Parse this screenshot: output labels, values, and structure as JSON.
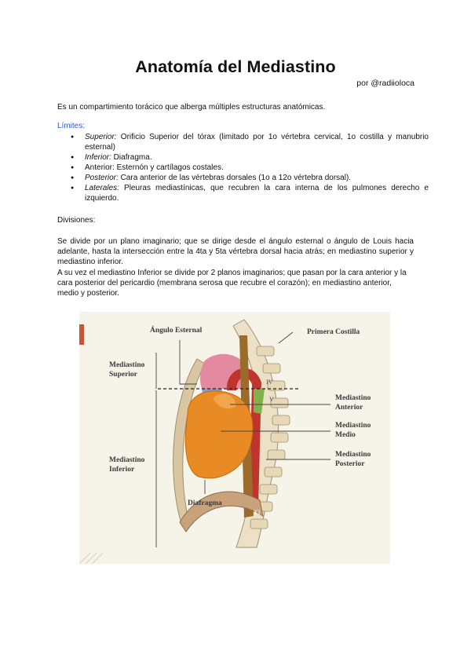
{
  "document": {
    "title": "Anatomía del Mediastino",
    "author": "por @radiioloca",
    "intro": "Es un compartimiento torácico que alberga múltiples estructuras anatómicas.",
    "limits": {
      "heading": "Límites:",
      "items": [
        {
          "term": "Superior:",
          "text": " Orificio Superior del tórax (limitado por 1o vértebra cervical, 1o costilla y manubrio esternal)"
        },
        {
          "term": "Inferior:",
          "text": " Diafragma."
        },
        {
          "term": "",
          "text": "Anterior: Esternón y cartílagos costales."
        },
        {
          "term": "Posterior:",
          "text": " Cara anterior de las vértebras dorsales (1o a 12o vértebra dorsal)."
        },
        {
          "term": "Laterales:",
          "text": " Pleuras mediastínicas, que recubren la cara interna de los pulmones derecho e izquierdo."
        }
      ]
    },
    "divisions": {
      "heading": "Divisiones:",
      "p1": "Se divide por un plano imaginario; que se dirige desde el ángulo esternal o ángulo de Louis hacia adelante, hasta la intersección entre la 4ta y 5ta vértebra dorsal hacia atrás; en mediastino superior y mediastino inferior.",
      "p2": "A su vez el mediastino Inferior se divide por 2 planos imaginarios; que pasan por la cara anterior y la cara posterior del pericardio (membrana serosa que recubre el corazón); en mediastino anterior, medio y posterior."
    }
  },
  "figure": {
    "labels": {
      "angulo_esternal": "Ángulo Esternal",
      "primera_costilla": "Primera Costilla",
      "mediastino_superior_1": "Mediastino",
      "mediastino_superior_2": "Superior",
      "mediastino_anterior_1": "Mediastino",
      "mediastino_anterior_2": "Anterior",
      "mediastino_medio_1": "Mediastino",
      "mediastino_medio_2": "Medio",
      "mediastino_posterior_1": "Mediastino",
      "mediastino_posterior_2": "Posterior",
      "mediastino_inferior_1": "Mediastino",
      "mediastino_inferior_2": "Inferior",
      "diafragma": "Diafragma",
      "vertebra_iv": "IV",
      "vertebra_v": "V",
      "vertebra_xi": "XI"
    },
    "colors": {
      "background": "#f6f3e9",
      "accent_bar": "#c8553a",
      "heart": "#e98b25",
      "superior_pink": "#e48aa0",
      "superior_blue": "#7aa0d6",
      "aorta": "#c0342e",
      "esophagus": "#9a6b2a",
      "posterior_green": "#7fb24a",
      "bone": "#ece0c6"
    }
  }
}
